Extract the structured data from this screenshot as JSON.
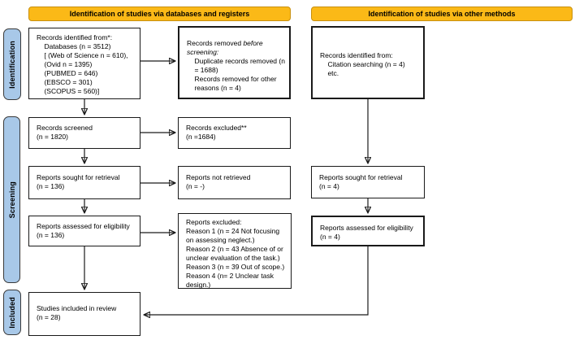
{
  "headers": {
    "databases": "Identification of studies via databases and registers",
    "other": "Identification of studies via other methods"
  },
  "stages": {
    "identification": "Identification",
    "screening": "Screening",
    "included": "Included"
  },
  "colors": {
    "header_fill": "#FBB917",
    "header_border": "#C8900F",
    "stage_fill": "#A8C8E8",
    "box_border": "#1a1a1a"
  },
  "boxes": {
    "records_identified_db": {
      "lines": [
        "Records identified from*:",
        "    Databases (n = 3512)",
        "    [ (Web of Science n = 610),",
        "    (Ovid n = 1395)",
        "    (PUBMED = 646)",
        "    (EBSCO = 301)",
        "    (SCOPUS = 560)]"
      ]
    },
    "records_removed": {
      "lead": "Records removed ",
      "emphasis": "before\nscreening:",
      "lines": [
        "    Duplicate records removed (n",
        "    = 1688)",
        "    Records removed for other",
        "    reasons (n = 4)"
      ]
    },
    "records_identified_other": {
      "lines": [
        "Records identified from:",
        "    Citation searching (n = 4)",
        "    etc."
      ]
    },
    "records_screened": {
      "lines": [
        "Records screened",
        "(n = 1820)"
      ]
    },
    "records_excluded": {
      "lines": [
        "Records excluded**",
        "(n =1684)"
      ]
    },
    "reports_sought_db": {
      "lines": [
        "Reports sought for retrieval",
        "(n = 136)"
      ]
    },
    "reports_not_retrieved": {
      "lines": [
        "Reports not retrieved",
        "(n = -)"
      ]
    },
    "reports_sought_other": {
      "lines": [
        "Reports sought for retrieval",
        "(n = 4)"
      ]
    },
    "reports_assessed_db": {
      "lines": [
        "Reports assessed for eligibility",
        "(n = 136)"
      ]
    },
    "reports_excluded": {
      "lines": [
        "Reports excluded:",
        "Reason 1 (n = 24 Not focusing",
        "on assessing neglect.)",
        "Reason 2 (n = 43 Absence of or",
        "unclear evaluation of the task.)",
        "Reason 3 (n = 39 Out of scope.)",
        "Reason 4 (n= 2 Unclear task",
        "design.)"
      ]
    },
    "reports_assessed_other": {
      "lines": [
        "Reports assessed for eligibility",
        "(n = 4)"
      ]
    },
    "studies_included": {
      "lines": [
        "Studies included in review",
        "(n = 28)"
      ]
    }
  }
}
